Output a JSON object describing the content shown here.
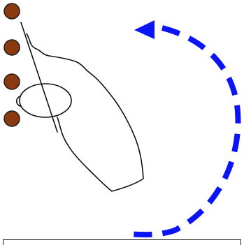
{
  "colors": {
    "background": "#ffffff",
    "bead_fill": "#8b3a10",
    "bead_stroke": "#1a1a1a",
    "rotate_arrow": "#0a14f5",
    "ink": "#111111"
  },
  "icons": {
    "beads": "bead-circle",
    "rotate": "dashed-rotate-arrow",
    "figure": "hand-drawn-pendulum-shape"
  },
  "beads_count": 4
}
